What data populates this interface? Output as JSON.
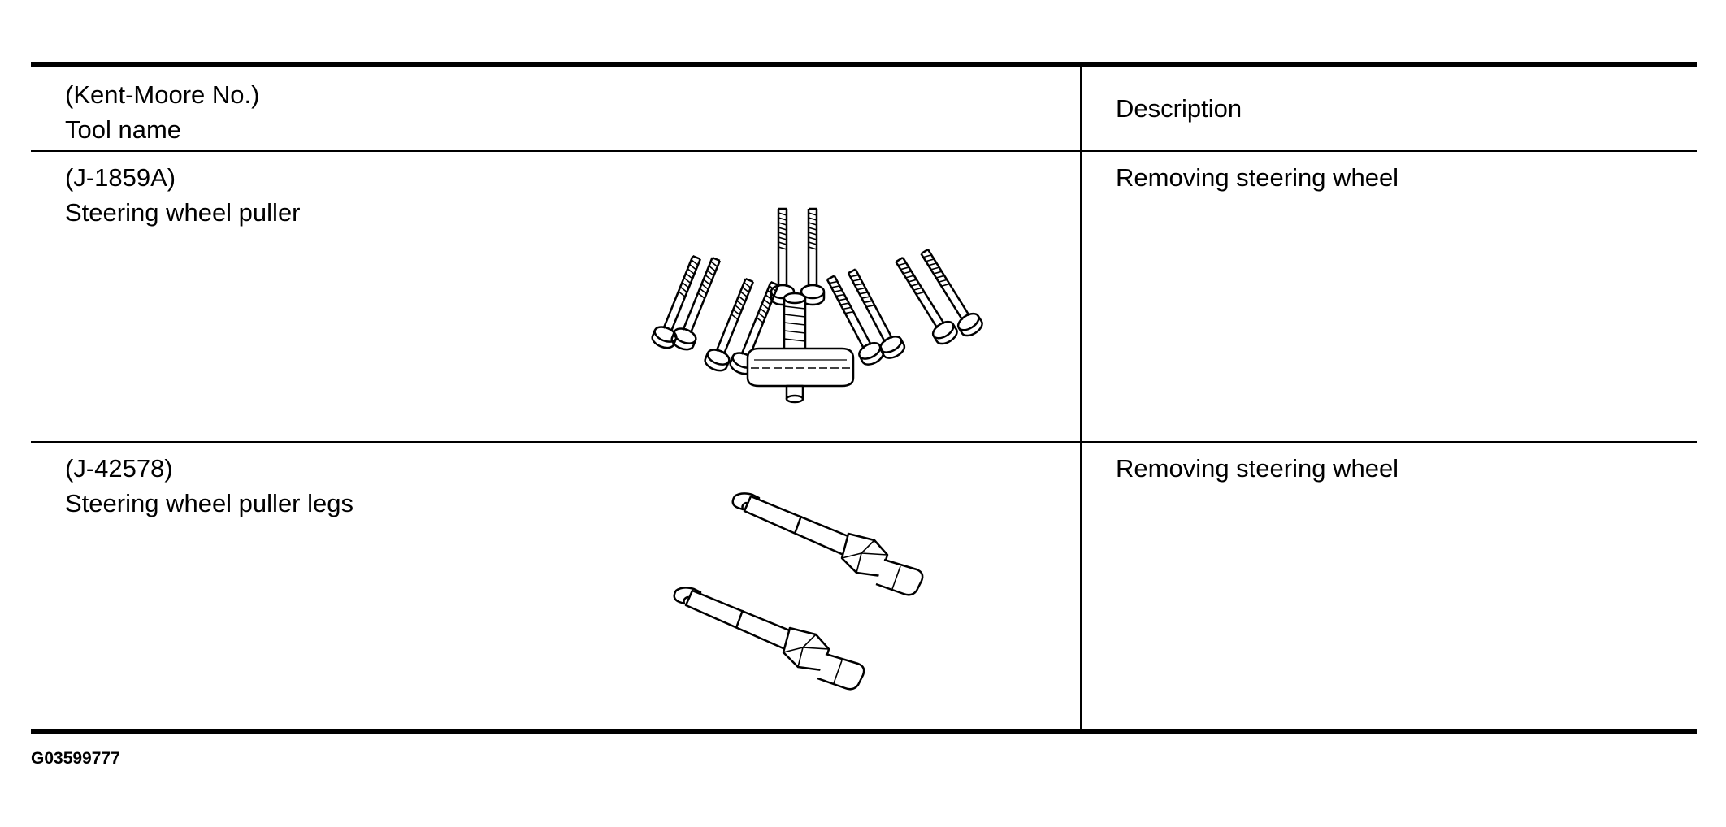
{
  "table": {
    "header": {
      "tool_line1": "(Kent-Moore No.)",
      "tool_line2": "Tool name",
      "description": "Description"
    },
    "rows": [
      {
        "kent_moore_no": "(J-1859A)",
        "tool_name": "Steering wheel puller",
        "description": "Removing steering wheel",
        "illustration": "steering-wheel-puller-icon"
      },
      {
        "kent_moore_no": "(J-42578)",
        "tool_name": "Steering wheel puller legs",
        "description": "Removing steering wheel",
        "illustration": "puller-legs-icon"
      }
    ]
  },
  "figure_id": "G03599777"
}
